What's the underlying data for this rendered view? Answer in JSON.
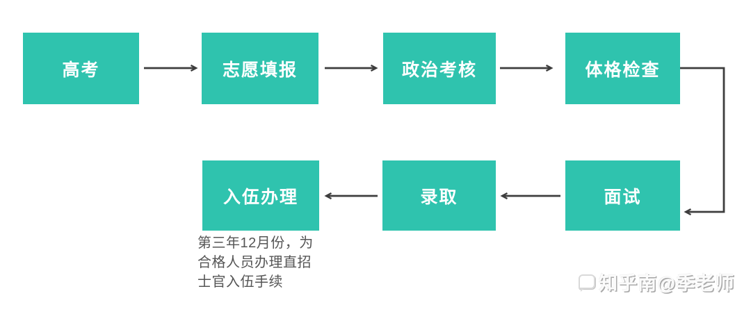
{
  "flowchart": {
    "steps": [
      {
        "id": "gaokao",
        "label": "高考"
      },
      {
        "id": "zhiyuan",
        "label": "志愿填报"
      },
      {
        "id": "zhengzhi",
        "label": "政治考核"
      },
      {
        "id": "tige",
        "label": "体格检查"
      },
      {
        "id": "mianshi",
        "label": "面试"
      },
      {
        "id": "luqu",
        "label": "录取"
      },
      {
        "id": "ruwu",
        "label": "入伍办理"
      }
    ],
    "flow_order": "高考 → 志愿填报 → 政治考核 → 体格检查 → 面试 → 录取 → 入伍办理",
    "note_lines": [
      "第三年12月份，为",
      "合格人员办理直招",
      "士官入伍手续"
    ],
    "note_full": "第三年12月份，为合格人员办理直招士官入伍手续",
    "colors": {
      "box_fill": "#2fc3ae",
      "box_text": "#ffffff",
      "arrow": "#3d3d3d",
      "note_text": "#555555",
      "background": "#ffffff"
    }
  },
  "watermark": {
    "icon": "zhihu-speech-bubble-logo",
    "text": "知乎南@季老师"
  }
}
